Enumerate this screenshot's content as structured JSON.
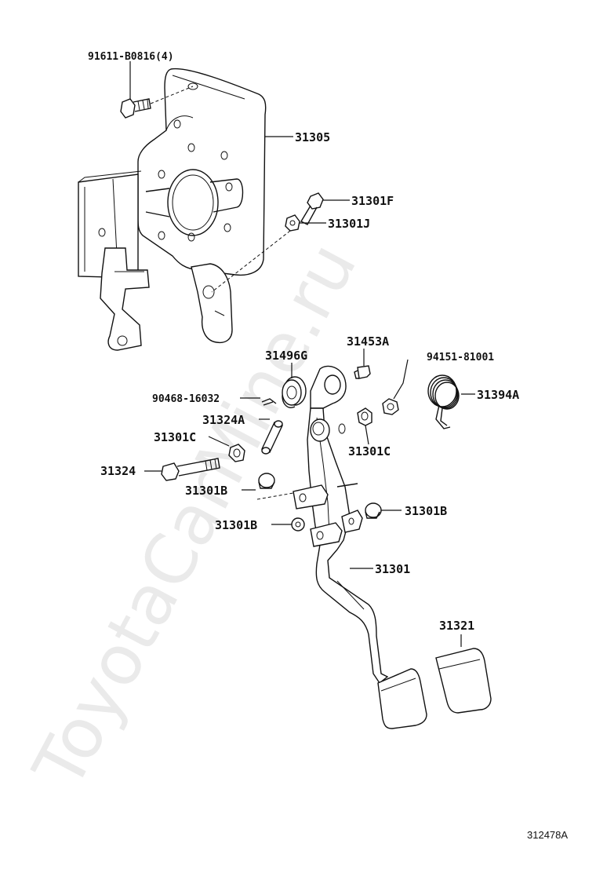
{
  "watermark": "ToyotaCarMine.ru",
  "illustration_code": "312478A",
  "labels": {
    "bolt_91611": "91611-B0816(4)",
    "bracket_31305": "31305",
    "bolt_31301f": "31301F",
    "nut_31301j": "31301J",
    "bushing_31496g": "31496G",
    "pin_31453a": "31453A",
    "clip_94151": "94151-81001",
    "pin_90468": "90468-16032",
    "spring_31394a": "31394A",
    "collar_31324a": "31324A",
    "bushing_31301c_left": "31301C",
    "bushing_31301c_right": "31301C",
    "bolt_31324": "31324",
    "stopper_31301b_top": "31301B",
    "stopper_31301b_right": "31301B",
    "stopper_31301b_left": "31301B",
    "pedal_31301": "31301",
    "pad_31321": "31321"
  }
}
